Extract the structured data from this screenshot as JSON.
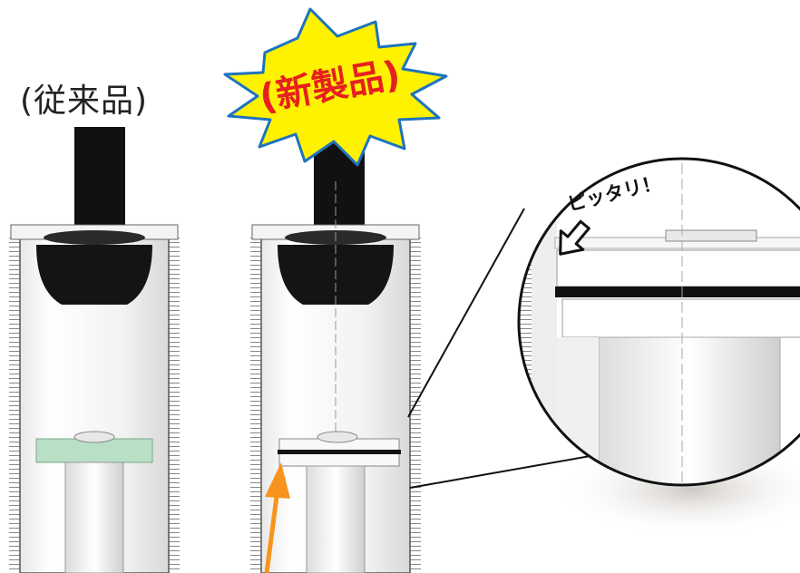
{
  "labels": {
    "old_product": "(従来品)",
    "new_product": "(新製品)",
    "fit": "ピッタリ！"
  },
  "colors": {
    "burst_fill": "#fff200",
    "burst_stroke": "#1e73be",
    "new_label": "#e6201f",
    "arrow": "#f7941d",
    "seal_old": "#b7e0c5",
    "seal_new": "#111111",
    "plunger_cup": "#111111"
  },
  "icons": {
    "burst": "starburst-shape",
    "callout_arrow": "hollow-arrow-icon",
    "pointer_arrow": "orange-arrow-icon"
  }
}
